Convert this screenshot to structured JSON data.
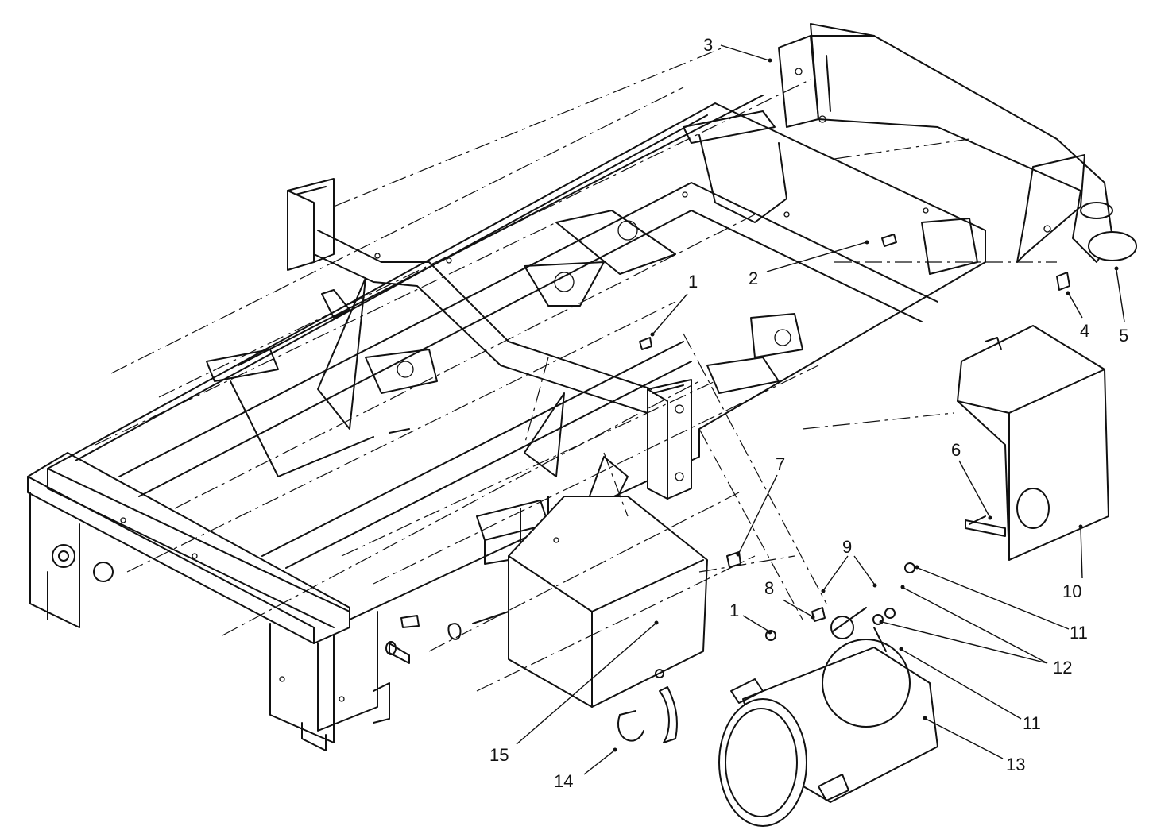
{
  "diagram": {
    "callouts": [
      {
        "id": "c1a",
        "label": "1"
      },
      {
        "id": "c1b",
        "label": "1"
      },
      {
        "id": "c2",
        "label": "2"
      },
      {
        "id": "c3",
        "label": "3"
      },
      {
        "id": "c4",
        "label": "4"
      },
      {
        "id": "c5",
        "label": "5"
      },
      {
        "id": "c6",
        "label": "6"
      },
      {
        "id": "c7",
        "label": "7"
      },
      {
        "id": "c8",
        "label": "8"
      },
      {
        "id": "c9",
        "label": "9"
      },
      {
        "id": "c10",
        "label": "10"
      },
      {
        "id": "c11a",
        "label": "11"
      },
      {
        "id": "c11b",
        "label": "11"
      },
      {
        "id": "c12",
        "label": "12"
      },
      {
        "id": "c13",
        "label": "13"
      },
      {
        "id": "c14",
        "label": "14"
      },
      {
        "id": "c15",
        "label": "15"
      }
    ]
  }
}
